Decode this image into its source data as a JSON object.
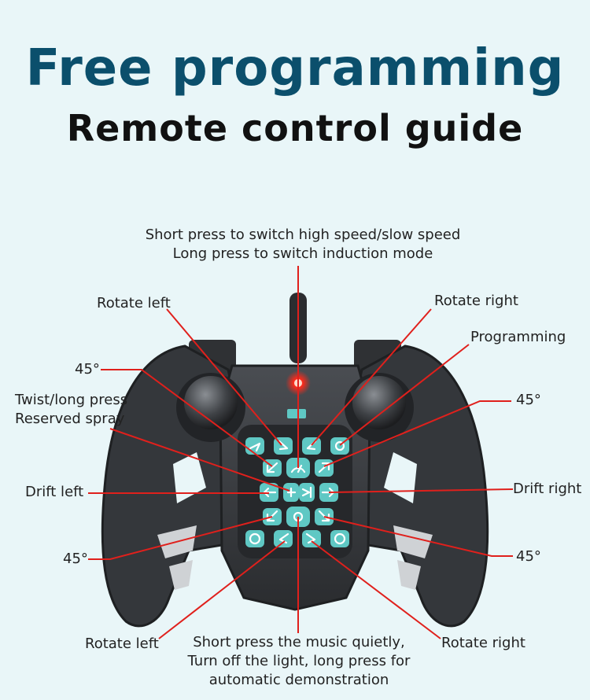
{
  "header": {
    "title": "Free programming",
    "subtitle": "Remote control guide"
  },
  "labels": {
    "speed_line1": "Short press to switch high speed/slow speed",
    "speed_line2": "Long press to switch induction mode",
    "rotate_left_top": "Rotate left",
    "rotate_right_top": "Rotate right",
    "programming": "Programming",
    "deg45_left_top": "45°",
    "deg45_right_top": "45°",
    "spray_line1": "Twist/long press",
    "spray_line2": "Reserved spray",
    "drift_left": "Drift left",
    "drift_right": "Drift right",
    "deg45_left_bottom": "45°",
    "deg45_right_bottom": "45°",
    "rotate_left_bottom": "Rotate left",
    "rotate_right_bottom": "Rotate right",
    "music_line1": "Short press the music quietly,",
    "music_line2": "Turn off the light, long press for",
    "music_line3": "automatic demonstration"
  },
  "colors": {
    "title": "#0b4f6c",
    "callout_line": "#e0201c",
    "button": "#5fc8c4",
    "controller_body": "#3b3e42",
    "led": "#ff2a1a"
  }
}
